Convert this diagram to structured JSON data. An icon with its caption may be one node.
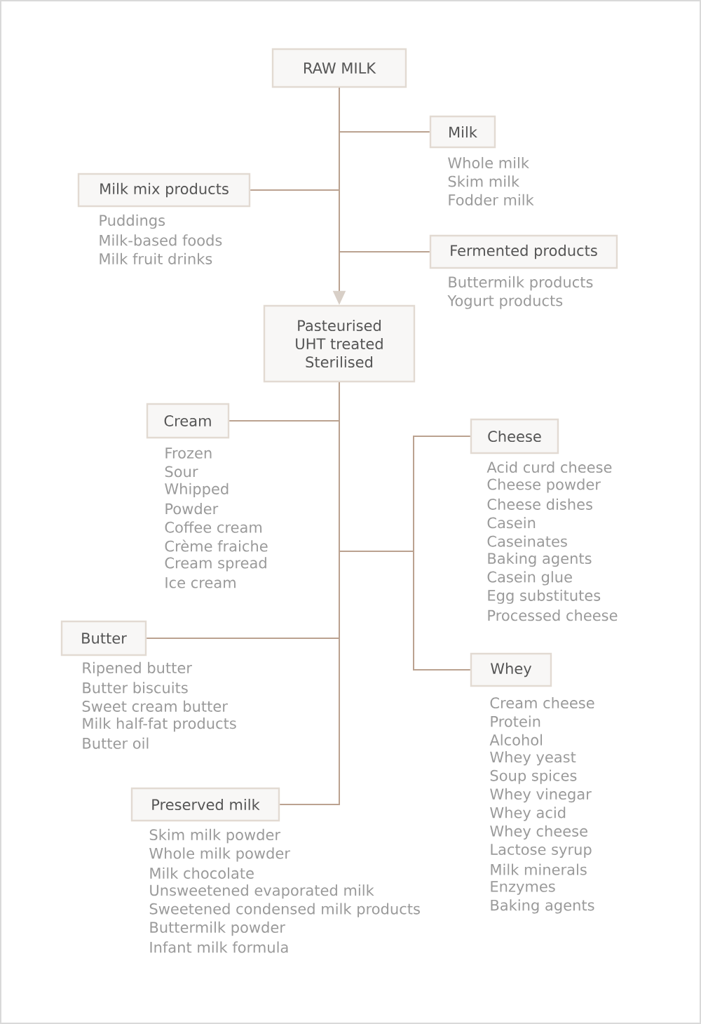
{
  "diagram": {
    "nodes": [
      {
        "text": [
          "RAW MILK"
        ]
      },
      {
        "text": [
          "Milk"
        ],
        "beside": [
          "Whole milk",
          "Skim milk",
          "Fodder milk"
        ]
      },
      {
        "text": [
          "Milk mix products"
        ],
        "beside": [
          "Puddings",
          "Milk-based foods",
          "Milk fruit drinks"
        ]
      },
      {
        "text": [
          "Fermented products"
        ],
        "beside": [
          "Buttermilk products",
          "Yogurt products"
        ]
      },
      {
        "text": [
          "Pasteurised",
          "UHT treated",
          "Sterilised"
        ]
      },
      {
        "text": [
          "Cream"
        ],
        "beside": [
          "Frozen",
          "Sour",
          "Whipped",
          "Powder",
          "Coffee cream",
          "Crème fraiche",
          "Cream spread",
          "Ice cream"
        ]
      },
      {
        "text": [
          "Cheese"
        ],
        "beside": [
          "Acid curd cheese",
          "Cheese powder",
          "Cheese dishes",
          "Casein",
          "Caseinates",
          "Baking agents",
          "Casein glue",
          "Egg substitutes",
          "Processed cheese"
        ]
      },
      {
        "text": [
          "Butter"
        ],
        "beside": [
          "Ripened butter",
          "Butter biscuits",
          "Sweet cream butter",
          "Milk half-fat products",
          "Butter oil"
        ]
      },
      {
        "text": [
          "Whey"
        ],
        "beside": [
          "Cream cheese",
          "Protein",
          "Alcohol",
          "Whey yeast",
          "Soup spices",
          "Whey vinegar",
          "Whey acid",
          "Whey cheese",
          "Lactose syrup",
          "Milk minerals",
          "Enzymes",
          "Baking agents"
        ]
      },
      {
        "text": [
          "Preserved milk"
        ],
        "beside": [
          "Skim milk powder",
          "Whole milk powder",
          "Milk chocolate",
          "Unsweetened evaporated milk",
          "Sweetened condensed milk products",
          "Buttermilk powder",
          "Infant milk formula"
        ]
      }
    ],
    "edges": [
      {
        "from": 0,
        "to": 1,
        "arrow": "none"
      },
      {
        "from": 0,
        "to": 2,
        "arrow": "none"
      },
      {
        "from": 0,
        "to": 3,
        "arrow": "none"
      },
      {
        "from": 0,
        "to": 4,
        "arrow": "to"
      },
      {
        "from": 4,
        "to": 5,
        "arrow": "none"
      },
      {
        "from": 4,
        "to": 6,
        "arrow": "none"
      },
      {
        "from": 4,
        "to": 7,
        "arrow": "none"
      },
      {
        "from": 4,
        "to": 8,
        "arrow": "none"
      },
      {
        "from": 4,
        "to": 9,
        "arrow": "none"
      }
    ]
  }
}
